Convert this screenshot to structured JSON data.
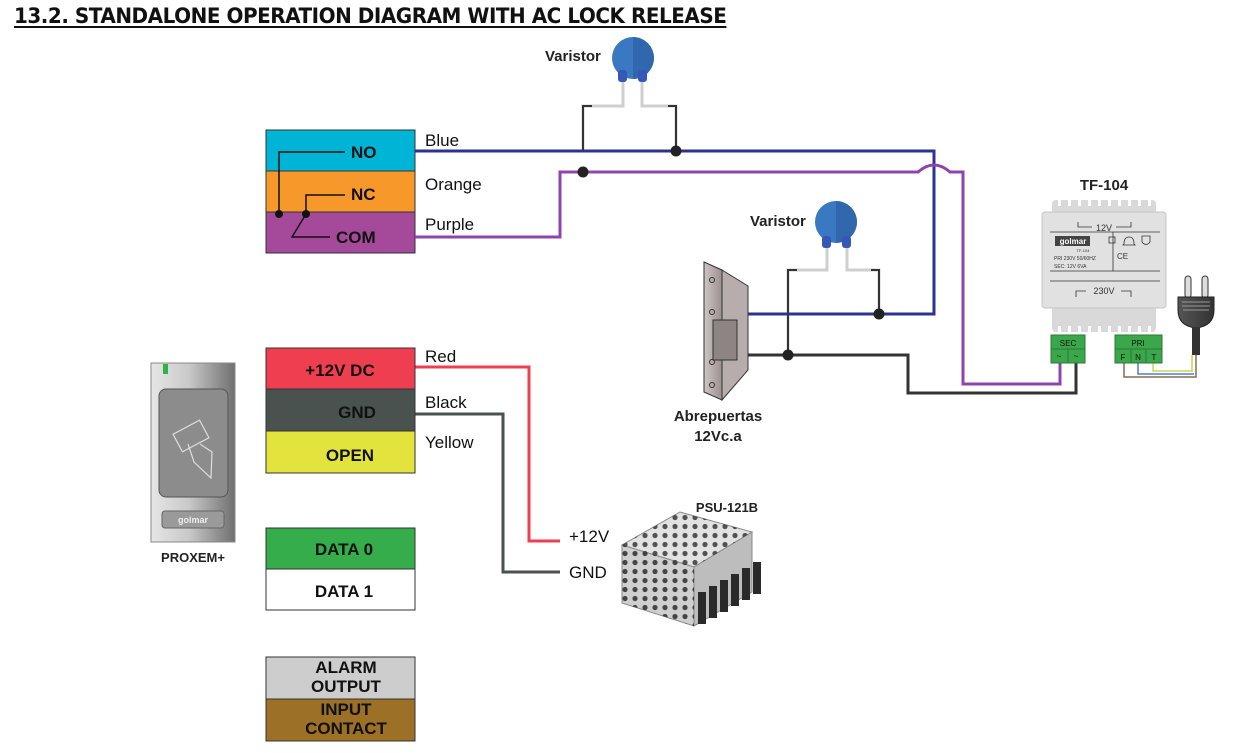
{
  "title": "13.2. STANDALONE OPERATION DIAGRAM WITH AC LOCK RELEASE",
  "relay_terminals": [
    {
      "label": "NO",
      "color": "#00b4d6",
      "wire_label": "Blue",
      "wire_color": "#2e3192"
    },
    {
      "label": "NC",
      "color": "#f7992a",
      "wire_label": "Orange"
    },
    {
      "label": "COM",
      "color": "#a54a9b",
      "wire_label": "Purple",
      "wire_color": "#8e44ad"
    }
  ],
  "power_terminals": [
    {
      "label": "+12V DC",
      "color": "#ef3e4f",
      "wire_label": "Red",
      "wire_color": "#ef3e4f"
    },
    {
      "label": "GND",
      "color": "#4a524f",
      "wire_label": "Black",
      "wire_color": "#4a524f"
    },
    {
      "label": "OPEN",
      "color": "#e3e33e",
      "wire_label": "Yellow"
    }
  ],
  "data_terminals": [
    {
      "label": "DATA 0",
      "color": "#34ad4a"
    },
    {
      "label": "DATA 1",
      "color": "#ffffff"
    }
  ],
  "io_terminals": [
    {
      "label_line1": "ALARM",
      "label_line2": "OUTPUT",
      "color": "#cdcdcd"
    },
    {
      "label_line1": "INPUT",
      "label_line2": "CONTACT",
      "color": "#9c7027"
    }
  ],
  "reader": {
    "name": "PROXEM+",
    "brand": "golmar"
  },
  "varistor_top": {
    "label": "Varistor"
  },
  "varistor_lock": {
    "label": "Varistor"
  },
  "lock": {
    "name_line1": "Abrepuertas",
    "name_line2": "12Vc.a"
  },
  "psu": {
    "name": "PSU-121B",
    "plus_label": "+12V",
    "gnd_label": "GND"
  },
  "transformer": {
    "name": "TF-104",
    "brand": "golmar",
    "model_small": "TF-104",
    "out_voltage": "12V",
    "in_voltage": "230V",
    "pri_spec": "PRI 230V 50/60HZ",
    "sec_spec": "SEC: 12V 6VA",
    "ce_mark": "CE",
    "sec_block": {
      "label": "SEC",
      "pins": [
        "~",
        "~"
      ]
    },
    "pri_block": {
      "label": "PRI",
      "pins": [
        "F",
        "N",
        "T"
      ]
    }
  },
  "colors": {
    "blue_wire": "#2e3192",
    "purple_wire": "#8e44ad",
    "black_wire": "#333333",
    "red_wire": "#ef3e4f",
    "gnd_wire": "#4a524f",
    "varistor": "#3a78c2",
    "terminal_green": "#3aa74a"
  }
}
